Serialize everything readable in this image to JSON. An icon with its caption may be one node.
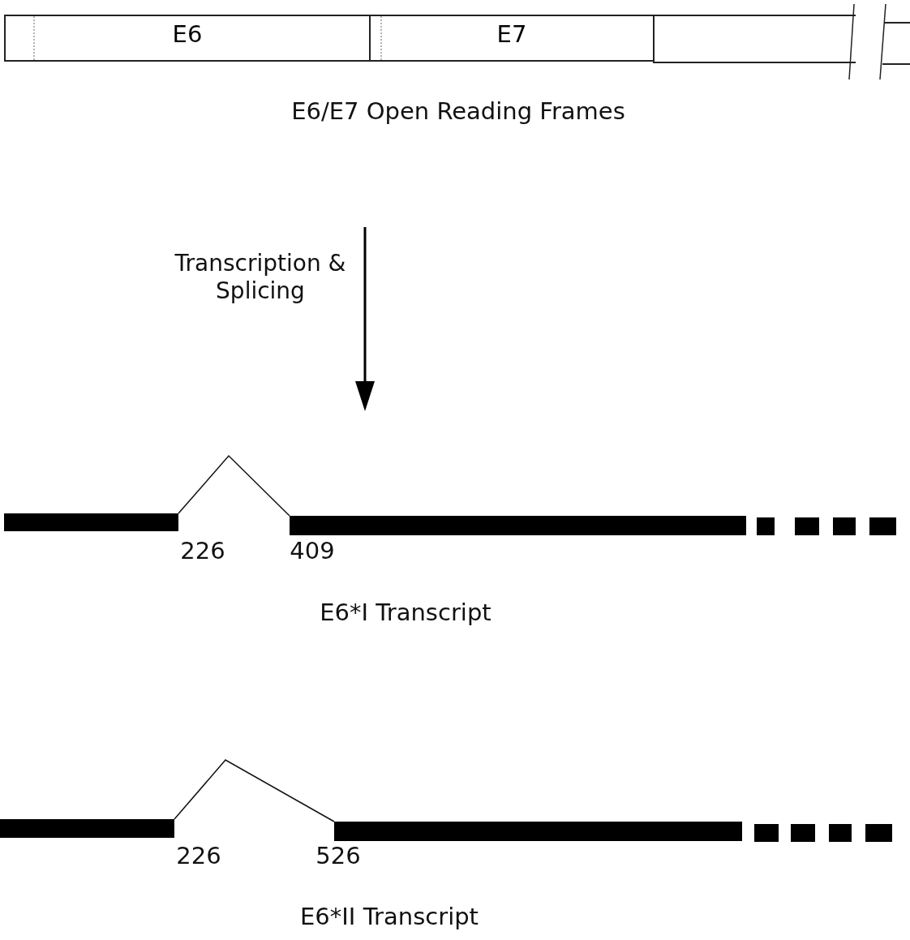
{
  "diagram": {
    "nodes": [
      {
        "text": [
          "E6"
        ]
      },
      {
        "text": [
          "E7"
        ]
      },
      {
        "text": [],
        "shape": "box"
      },
      {
        "text": [],
        "shape": "bar"
      },
      {
        "text": [],
        "shape": "bar"
      },
      {
        "text": [],
        "shape": "bar"
      },
      {
        "text": [],
        "shape": "bar"
      }
    ],
    "edges": [
      {
        "from": 3,
        "to": 4,
        "arrow": "none"
      },
      {
        "from": 5,
        "to": 6,
        "arrow": "none"
      }
    ],
    "labels": [
      "E6/E7 Open Reading Frames",
      "Transcription & Splicing",
      "226",
      "409",
      "E6*I Transcript",
      "226",
      "526",
      "E6*II Transcript"
    ]
  }
}
